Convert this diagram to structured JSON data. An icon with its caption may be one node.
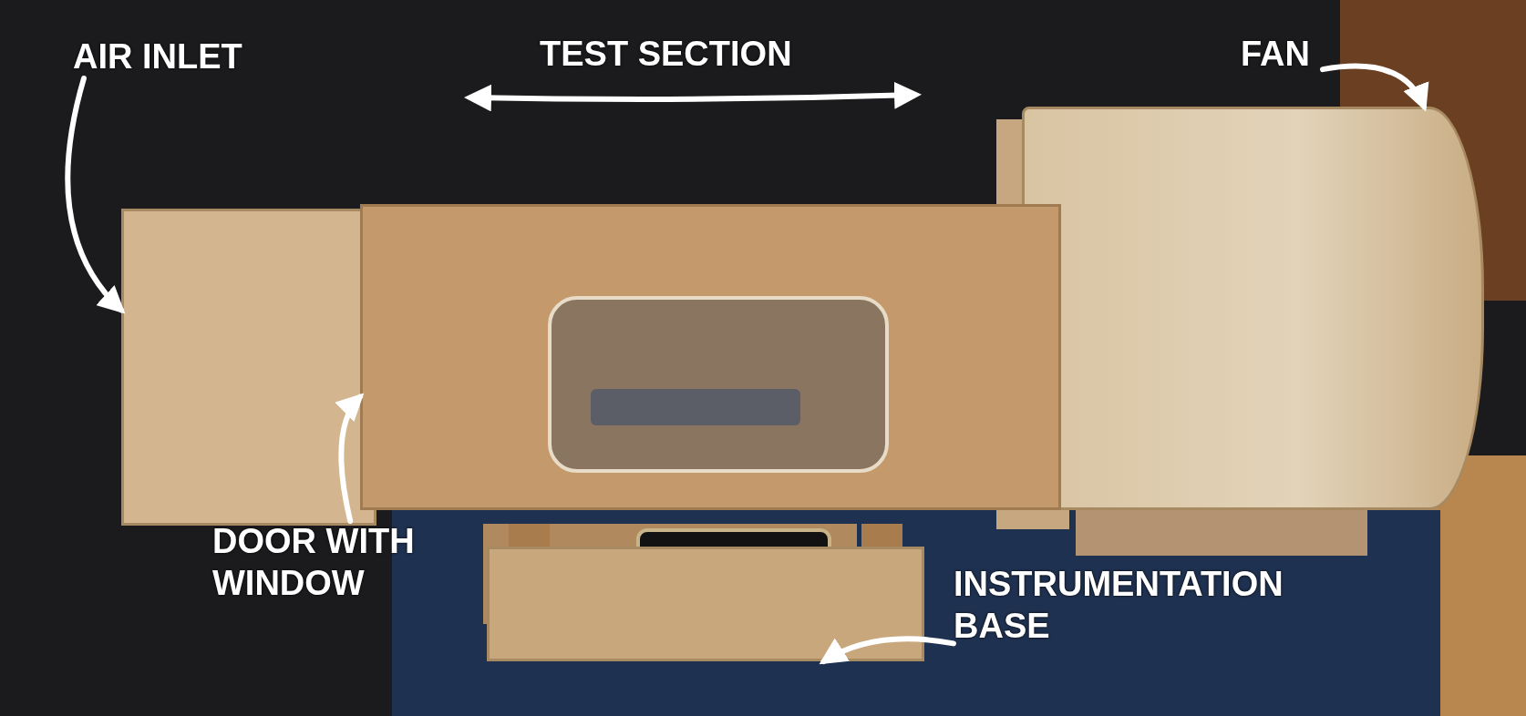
{
  "diagram": {
    "nodes": [
      {
        "text": [
          "AIR INLET"
        ]
      },
      {
        "text": [
          "FAN"
        ]
      },
      {
        "text": [
          "DOOR WITH WINDOW"
        ]
      },
      {
        "text": [
          "INSTRUMENTATION BASE"
        ]
      },
      {
        "text": [],
        "shape": "box"
      },
      {
        "text": [],
        "shape": "box"
      },
      {
        "text": [],
        "shape": "cylinder"
      },
      {
        "text": [],
        "shape": "box"
      }
    ],
    "edges": [
      {
        "from": 0,
        "to": 4,
        "arrow": "to"
      },
      {
        "from": 1,
        "to": 6,
        "arrow": "to"
      },
      {
        "from": 2,
        "to": 5,
        "arrow": "to"
      },
      {
        "from": 3,
        "to": 7,
        "arrow": "to"
      }
    ],
    "labels": [
      "TEST SECTION"
    ]
  }
}
